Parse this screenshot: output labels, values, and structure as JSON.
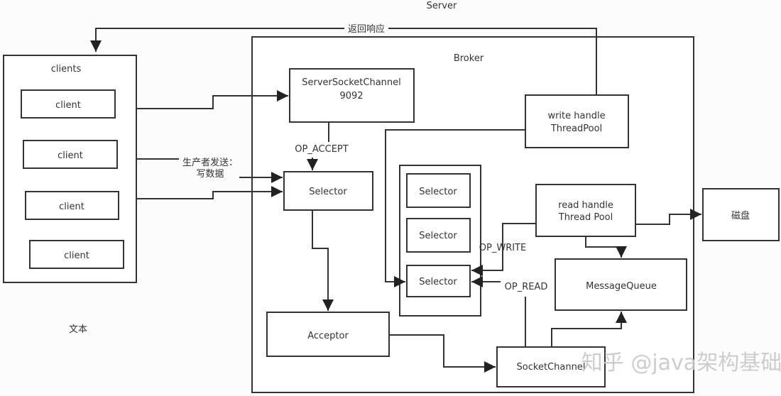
{
  "server_label": "Server",
  "return_response_label": "返回响应",
  "broker_label": "Broker",
  "clients": {
    "title": "clients",
    "items": [
      "client",
      "client",
      "client",
      "client"
    ]
  },
  "server_socket_channel": {
    "line1": "ServerSocketChannel",
    "line2": "9092"
  },
  "op_accept": "OP_ACCEPT",
  "producer_label": {
    "line1": "生产者发送：",
    "line2": "写数据"
  },
  "selector": "Selector",
  "selector_pool": [
    "Selector",
    "Selector",
    "Selector"
  ],
  "acceptor": "Acceptor",
  "socket_channel": "SocketChannel",
  "write_handle": {
    "line1": "write handle",
    "line2": "ThreadPool"
  },
  "read_handle": {
    "line1": "read handle",
    "line2": "Thread Pool"
  },
  "disk": "磁盘",
  "op_write": "OP_WRITE",
  "op_read": "OP_READ",
  "message_queue": "MessageQueue",
  "text_label": "文本",
  "watermark": "知乎 @java架构基础"
}
